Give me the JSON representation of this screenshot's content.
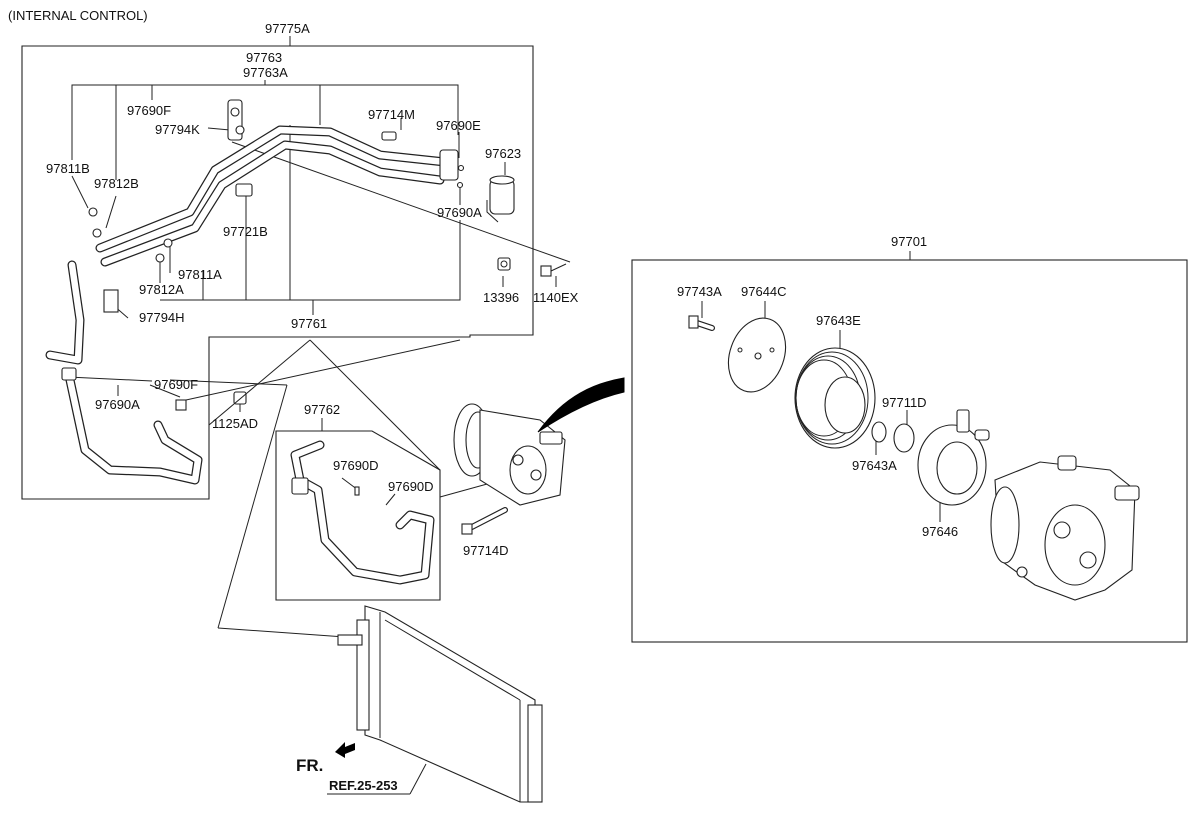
{
  "header": {
    "title": "(INTERNAL CONTROL)"
  },
  "labels": {
    "p97775A": "97775A",
    "p97763": "97763",
    "p97763A": "97763A",
    "p97690F_top": "97690F",
    "p97794K": "97794K",
    "p97714M": "97714M",
    "p97690E": "97690E",
    "p97623": "97623",
    "p97811B": "97811B",
    "p97812B": "97812B",
    "p97721B": "97721B",
    "p97690A_top": "97690A",
    "p97811A": "97811A",
    "p97812A": "97812A",
    "p13396": "13396",
    "p1140EX": "1140EX",
    "p97794H": "97794H",
    "p97761": "97761",
    "p97690F_low": "97690F",
    "p97690A_low": "97690A",
    "p1125AD": "1125AD",
    "p97762": "97762",
    "p97690D_a": "97690D",
    "p97690D_b": "97690D",
    "p97714D": "97714D",
    "p97701": "97701",
    "p97743A": "97743A",
    "p97644C": "97644C",
    "p97643E": "97643E",
    "p97711D": "97711D",
    "p97643A": "97643A",
    "p97646": "97646"
  },
  "footer": {
    "fr": "FR.",
    "ref": "REF.25-253"
  }
}
